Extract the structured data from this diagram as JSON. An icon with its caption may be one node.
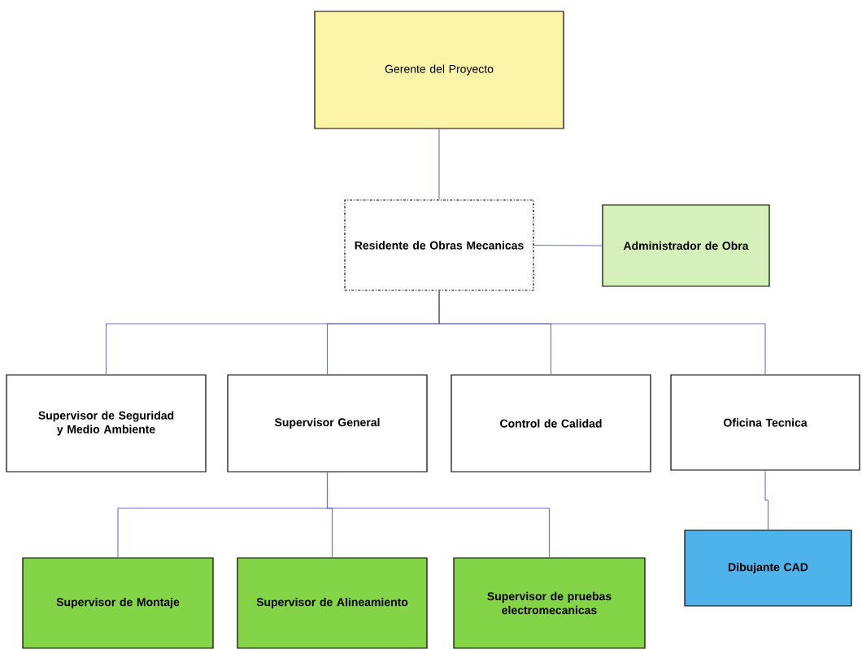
{
  "diagram": {
    "nodes": [
      {
        "text": [
          "Gerente del Proyecto"
        ]
      },
      {
        "text": [
          "Residente de Obras Mecanicas"
        ]
      },
      {
        "text": [
          "Administrador de Obra"
        ]
      },
      {
        "text": [
          "Supervisor de Seguridad y Medio Ambiente"
        ]
      },
      {
        "text": [
          "Supervisor General"
        ]
      },
      {
        "text": [
          "Control de Calidad"
        ]
      },
      {
        "text": [
          "Oficina Tecnica"
        ]
      },
      {
        "text": [
          "Supervisor de Montaje"
        ]
      },
      {
        "text": [
          "Supervisor de Alineamiento"
        ]
      },
      {
        "text": [
          "Supervisor de pruebas electromecanicas"
        ]
      },
      {
        "text": [
          "Dibujante CAD"
        ]
      }
    ],
    "edges": [
      {
        "from": 0,
        "to": 1,
        "arrow": "none"
      },
      {
        "from": 1,
        "to": 2,
        "arrow": "none"
      },
      {
        "from": 1,
        "to": 3,
        "arrow": "none"
      },
      {
        "from": 1,
        "to": 4,
        "arrow": "none"
      },
      {
        "from": 1,
        "to": 5,
        "arrow": "none"
      },
      {
        "from": 1,
        "to": 6,
        "arrow": "none"
      },
      {
        "from": 4,
        "to": 7,
        "arrow": "none"
      },
      {
        "from": 4,
        "to": 8,
        "arrow": "none"
      },
      {
        "from": 4,
        "to": 9,
        "arrow": "none"
      },
      {
        "from": 6,
        "to": 10,
        "arrow": "none"
      }
    ]
  }
}
